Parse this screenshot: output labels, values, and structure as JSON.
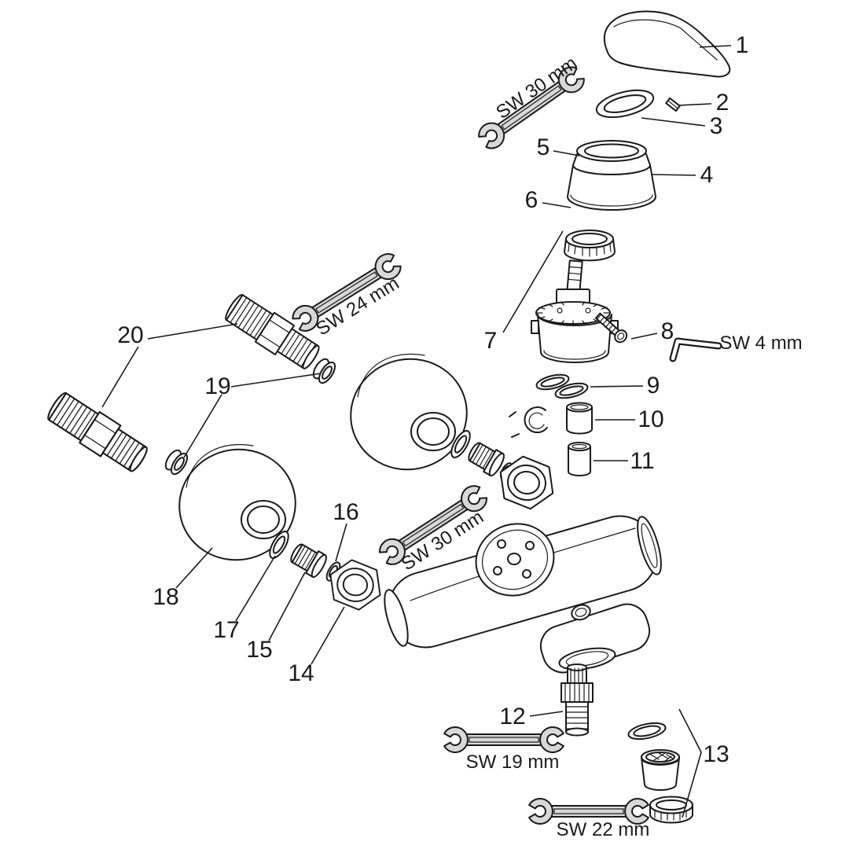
{
  "diagram": {
    "kind": "exploded-view-technical-drawing",
    "background": "#ffffff",
    "line_color": "#1a1a1a",
    "tool_fill": "#d8d8d8",
    "part_labels": [
      {
        "num": "1"
      },
      {
        "num": "2"
      },
      {
        "num": "3"
      },
      {
        "num": "4"
      },
      {
        "num": "5"
      },
      {
        "num": "6"
      },
      {
        "num": "7"
      },
      {
        "num": "8"
      },
      {
        "num": "9"
      },
      {
        "num": "10"
      },
      {
        "num": "11"
      },
      {
        "num": "12"
      },
      {
        "num": "13"
      },
      {
        "num": "14"
      },
      {
        "num": "15"
      },
      {
        "num": "16"
      },
      {
        "num": "17"
      },
      {
        "num": "18"
      },
      {
        "num": "19"
      },
      {
        "num": "20"
      }
    ],
    "tool_labels": [
      {
        "text": "SW 30 mm"
      },
      {
        "text": "SW 24 mm"
      },
      {
        "text": "SW 4 mm"
      },
      {
        "text": "SW 30 mm"
      },
      {
        "text": "SW 19 mm"
      },
      {
        "text": "SW 22 mm"
      }
    ]
  }
}
